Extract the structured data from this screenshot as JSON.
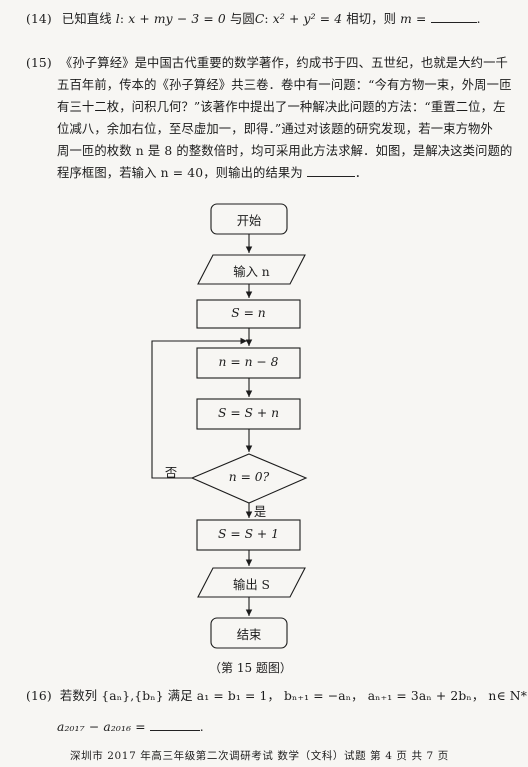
{
  "q14": {
    "number": "(14)",
    "text_pre": "已知直线",
    "line_name": "l",
    "colon1": ":",
    "eq1": "x + my − 3 = 0",
    "text_mid": "与圆",
    "circle_name": "C",
    "colon2": ":",
    "eq2": "x² + y² = 4",
    "text_post": "相切，则",
    "var": "m",
    "eqsign": "="
  },
  "q15": {
    "number": "(15)",
    "lines": [
      "《孙子算经》是中国古代重要的数学著作，约成书于四、五世纪，也就是大约一千",
      "五百年前，传本的《孙子算经》共三卷．卷中有一问题：“今有方物一束，外周一匝",
      "有三十二枚，问积几何？”该著作中提出了一种解决此问题的方法：“重置二位，左",
      "位减八，余加右位，至尽虚加一，即得．”通过对该题的研究发现，若一束方物外",
      "周一匝的枚数 n 是 8 的整数倍时，均可采用此方法求解．如图，是解决这类问题的"
    ],
    "last_line": "程序框图，若输入 n = 40，则输出的结果为",
    "last_end": "．"
  },
  "flowchart": {
    "start": "开始",
    "input": "输入 n",
    "assign_s": "S = n",
    "decrement": "n = n − 8",
    "accumulate": "S = S + n",
    "condition": "n = 0?",
    "no_label": "否",
    "yes_label": "是",
    "increment": "S = S + 1",
    "output": "输出 S",
    "end": "结束"
  },
  "caption": "（第 15 题图）",
  "q16": {
    "number": "(16)",
    "line1": "若数列 {aₙ},{bₙ} 满足 a₁ = b₁ = 1，  bₙ₊₁ = −aₙ，  aₙ₊₁ = 3aₙ + 2bₙ，  n∈ N*.则",
    "line2_expr": "a₂₀₁₇ − a₂₀₁₆ =",
    "line2_end": "."
  },
  "footer": "深圳市 2017 年高三年级第二次调研考试  数学（文科）试题  第 4 页  共 7 页"
}
